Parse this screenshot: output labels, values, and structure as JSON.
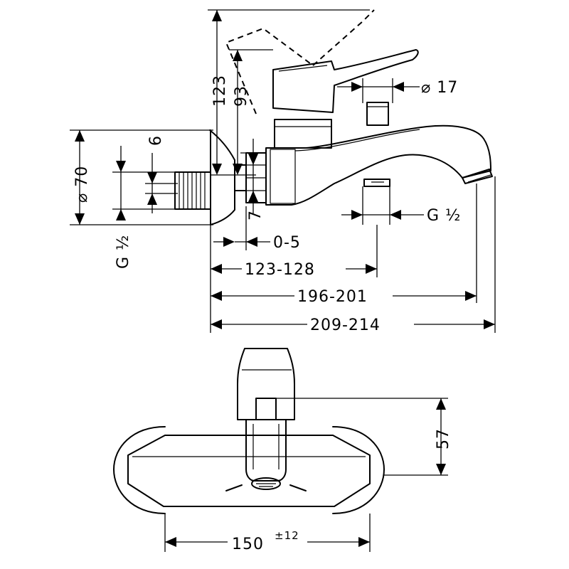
{
  "dimensions": {
    "h123": "123",
    "h93": "93",
    "d17": "⌀ 17",
    "d70": "⌀ 70",
    "six": "6",
    "seven": "7",
    "g_half_left": "G ½",
    "g_half_right": "G ½",
    "r0_5": "0-5",
    "r123_128": "123-128",
    "r196_201": "196-201",
    "r209_214": "209-214",
    "h57": "57",
    "w150": "150",
    "tol12": "±12"
  }
}
